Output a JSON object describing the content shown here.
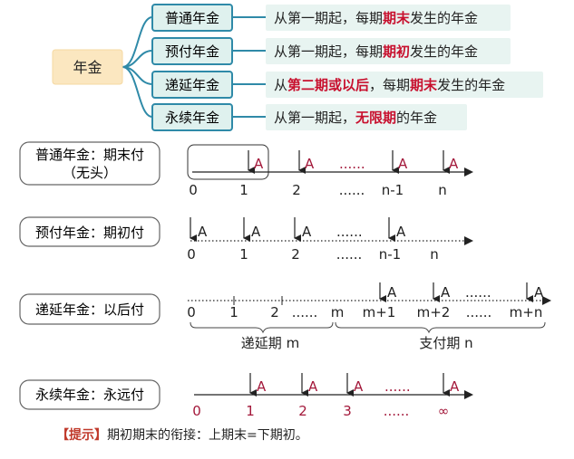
{
  "mindmap": {
    "root": "年金",
    "branches": [
      {
        "label": "普通年金",
        "desc": [
          {
            "t": "从第一期起，每期",
            "h": false
          },
          {
            "t": "期末",
            "h": true
          },
          {
            "t": "发生的年金",
            "h": false
          }
        ]
      },
      {
        "label": "预付年金",
        "desc": [
          {
            "t": "从第一期起，每期",
            "h": false
          },
          {
            "t": "期初",
            "h": true
          },
          {
            "t": "发生的年金",
            "h": false
          }
        ]
      },
      {
        "label": "递延年金",
        "desc": [
          {
            "t": "从",
            "h": false
          },
          {
            "t": "第二期或以后",
            "h": true
          },
          {
            "t": "，每期",
            "h": false
          },
          {
            "t": "期末",
            "h": true
          },
          {
            "t": "发生的年金",
            "h": false
          }
        ]
      },
      {
        "label": "永续年金",
        "desc": [
          {
            "t": "从第一期起，",
            "h": false
          },
          {
            "t": "无限期",
            "h": true
          },
          {
            "t": "的年金",
            "h": false
          }
        ]
      }
    ]
  },
  "timelines": {
    "ordinary": {
      "label_line1": "普通年金：期末付",
      "label_line2": "（无头）",
      "ticks": [
        "0",
        "1",
        "2",
        "......",
        "n-1",
        "n"
      ],
      "payment_symbol": "A",
      "dots": "......"
    },
    "annuity_due": {
      "label": "预付年金：期初付",
      "ticks": [
        "0",
        "1",
        "2",
        "......",
        "n-1",
        "n"
      ],
      "payment_symbol": "A",
      "dots": "......"
    },
    "deferred": {
      "label": "递延年金：以后付",
      "ticks": [
        "0",
        "1",
        "2",
        "......",
        "m",
        "m+1",
        "m+2",
        "......",
        "m+n"
      ],
      "payment_symbol": "A",
      "dots": "......",
      "deferral_label": "递延期 m",
      "payment_label": "支付期 n"
    },
    "perpetuity": {
      "label": "永续年金：永远付",
      "ticks": [
        "0",
        "1",
        "2",
        "3",
        "......",
        "∞"
      ],
      "payment_symbol": "A",
      "dots": "......"
    }
  },
  "footer": {
    "tag": "【提示】",
    "text": "期初期末的衔接：上期末=下期初。"
  },
  "colors": {
    "node_fill": "#dff1ee",
    "node_border": "#2f8aa8",
    "root_fill": "#fbe7c0",
    "desc_fill": "#e8f4f1",
    "highlight": "#c8102e",
    "payment": "#a3183a",
    "axis": "#222222"
  }
}
